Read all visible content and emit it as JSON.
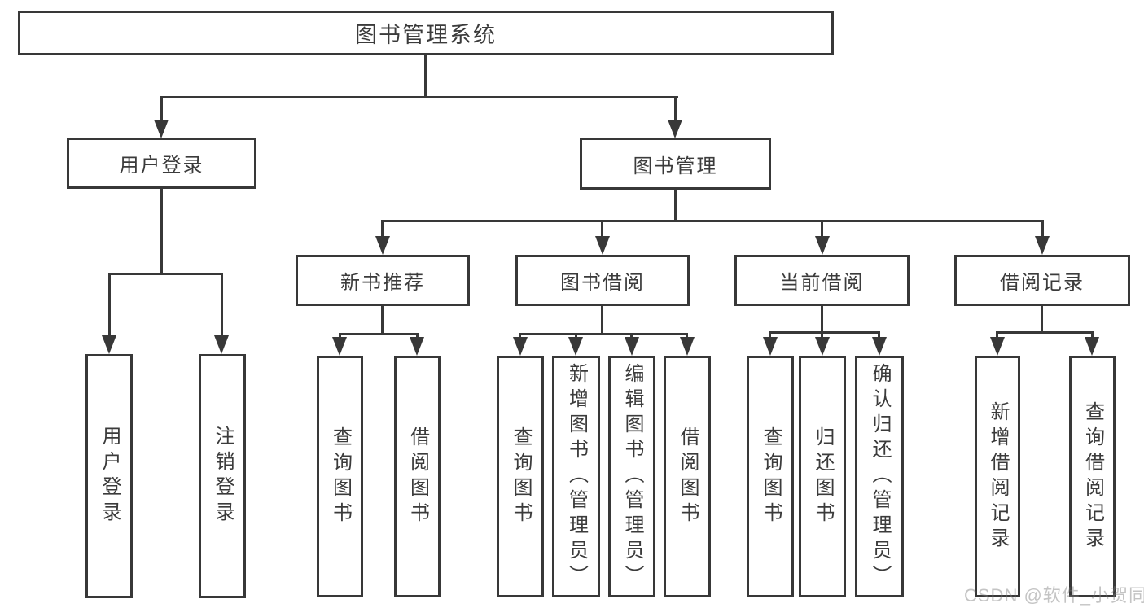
{
  "tree": {
    "label": "图书管理系统",
    "children": [
      {
        "label": "用户登录",
        "children": [
          {
            "label": "用户登录"
          },
          {
            "label": "注销登录"
          }
        ]
      },
      {
        "label": "图书管理",
        "children": [
          {
            "label": "新书推荐",
            "children": [
              {
                "label": "查询图书"
              },
              {
                "label": "借阅图书"
              }
            ]
          },
          {
            "label": "图书借阅",
            "children": [
              {
                "label": "查询图书"
              },
              {
                "label": "新增图书（管理员）"
              },
              {
                "label": "编辑图书（管理员）"
              },
              {
                "label": "借阅图书"
              }
            ]
          },
          {
            "label": "当前借阅",
            "children": [
              {
                "label": "查询图书"
              },
              {
                "label": "归还图书"
              },
              {
                "label": "确认归还（管理员）"
              }
            ]
          },
          {
            "label": "借阅记录",
            "children": [
              {
                "label": "新增借阅记录"
              },
              {
                "label": "查询借阅记录"
              }
            ]
          }
        ]
      }
    ]
  },
  "watermark": {
    "text": "CSDN @软件_小贺同学"
  },
  "colors": {
    "line": "#383838",
    "text": "#3b3b3b",
    "box_background": "#ffffff",
    "page_background": "#ffffff",
    "watermark": "#c9c9c9"
  }
}
